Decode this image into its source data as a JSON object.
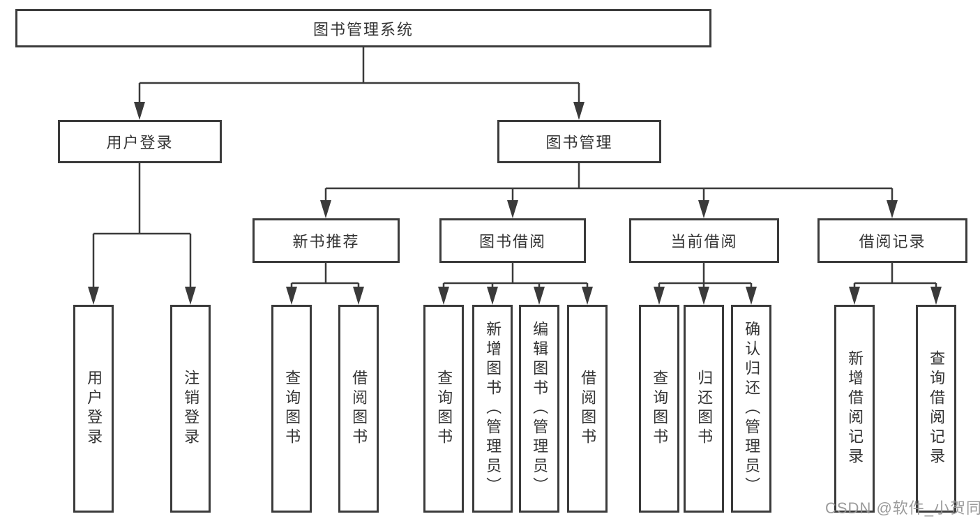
{
  "palette": {
    "background": "#ffffff",
    "line": "#3a3a3a",
    "box_border": "#3b3b3b",
    "text": "#333333",
    "watermark": "#929292"
  },
  "tree": {
    "root": "图书管理系统",
    "branches": [
      {
        "label": "用户登录",
        "children": [
          "用户登录",
          "注销登录"
        ]
      },
      {
        "label": "图书管理",
        "children": [
          {
            "label": "新书推荐",
            "children": [
              "查询图书",
              "借阅图书"
            ]
          },
          {
            "label": "图书借阅",
            "children": [
              "查询图书",
              "新增图书（管理员）",
              "编辑图书（管理员）",
              "借阅图书"
            ]
          },
          {
            "label": "当前借阅",
            "children": [
              "查询图书",
              "归还图书",
              "确认归还（管理员）"
            ]
          },
          {
            "label": "借阅记录",
            "children": [
              "新增借阅记录",
              "查询借阅记录"
            ]
          }
        ]
      }
    ]
  },
  "watermark": {
    "text": "CSDN @软件_小贺同学"
  }
}
